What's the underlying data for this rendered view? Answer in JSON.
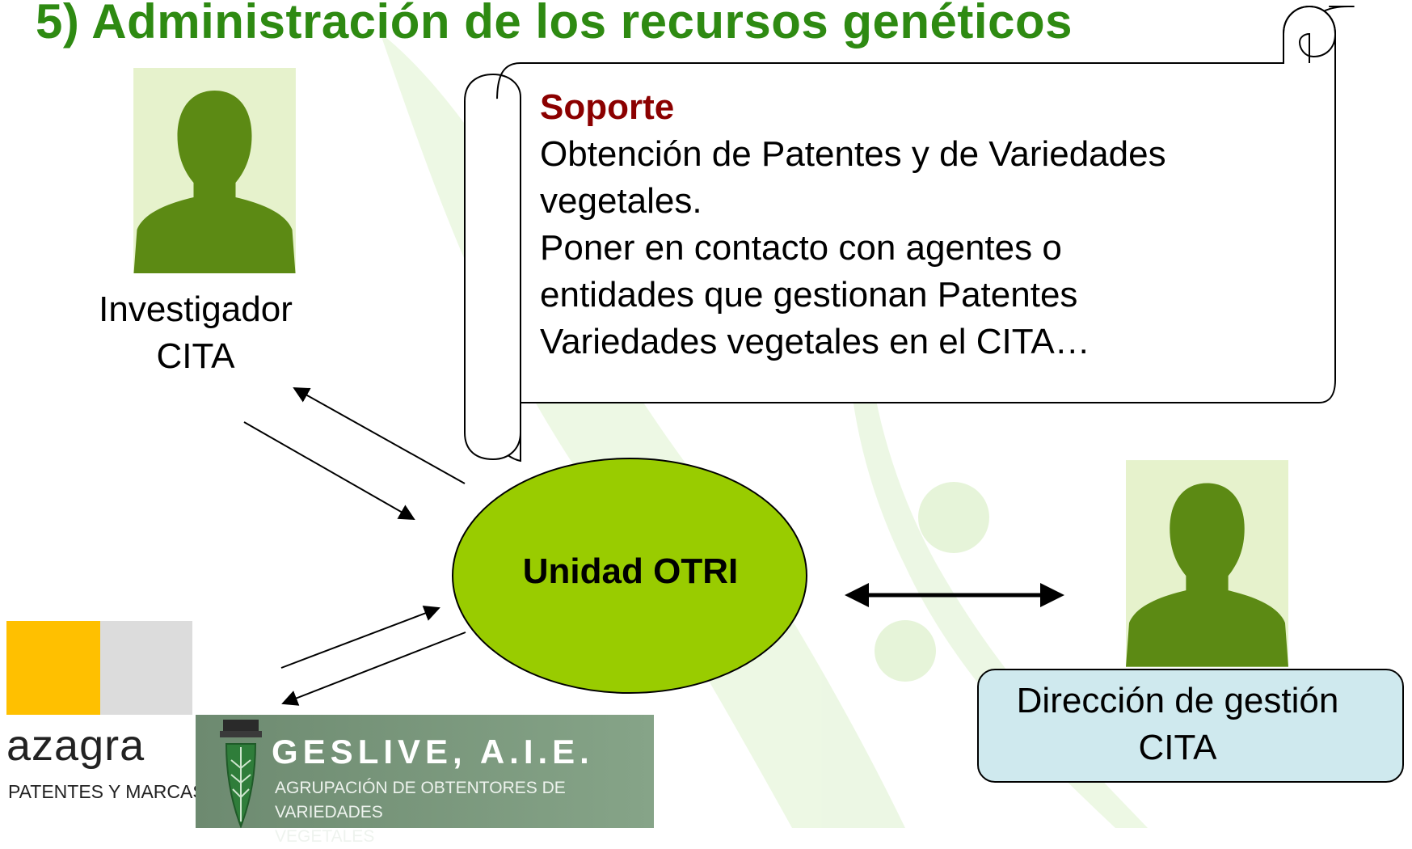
{
  "title": "5) Administración de los recursos genéticos",
  "investigador": {
    "line1": "Investigador",
    "line2": "CITA"
  },
  "soporte": {
    "heading": "Soporte",
    "lines": [
      "Obtención de Patentes y de Variedades",
      "vegetales.",
      "Poner en contacto con agentes o",
      "entidades que gestionan Patentes",
      "Variedades vegetales en el CITA…"
    ]
  },
  "otri": {
    "label": "Unidad OTRI"
  },
  "direccion": {
    "line1": "Dirección de gestión",
    "line2": "CITA"
  },
  "azagra": {
    "name": "azagra",
    "subtitle": "PATENTES Y MARCAS"
  },
  "geslive": {
    "name": "GESLIVE, A.I.E.",
    "sub_line1": "AGRUPACIÓN DE OBTENTORES DE VARIEDADES",
    "sub_line2": "VEGETALES"
  },
  "colors": {
    "title": "#2e8a12",
    "soporte_heading": "#8b0000",
    "otri_fill": "#99cc00",
    "direccion_fill": "#cfe9ee",
    "azagra_yellow": "#ffc000",
    "azagra_gray": "#dcdcdc"
  },
  "icons": [
    "person-silhouette-icon",
    "pen-nib-icon"
  ]
}
